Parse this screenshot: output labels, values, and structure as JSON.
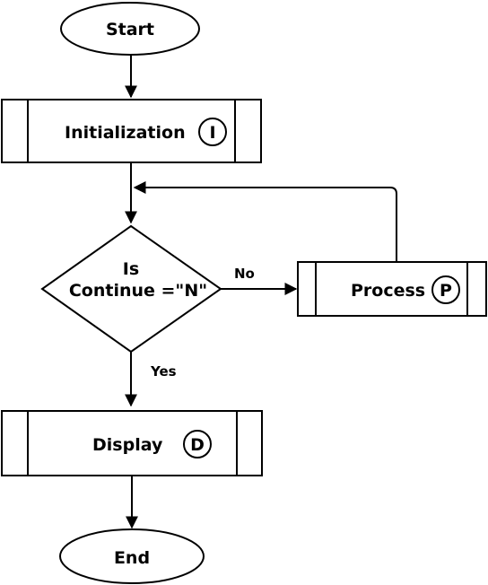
{
  "nodes": {
    "start": {
      "label": "Start"
    },
    "init": {
      "label": "Initialization",
      "badge": "I"
    },
    "decision": {
      "line1": "Is",
      "line2": "Continue =\"N\""
    },
    "process": {
      "label": "Process",
      "badge": "P"
    },
    "display": {
      "label": "Display",
      "badge": "D"
    },
    "end": {
      "label": "End"
    }
  },
  "edges": {
    "no_label": "No",
    "yes_label": "Yes"
  },
  "colors": {
    "stroke": "#000000",
    "fill": "#ffffff"
  }
}
